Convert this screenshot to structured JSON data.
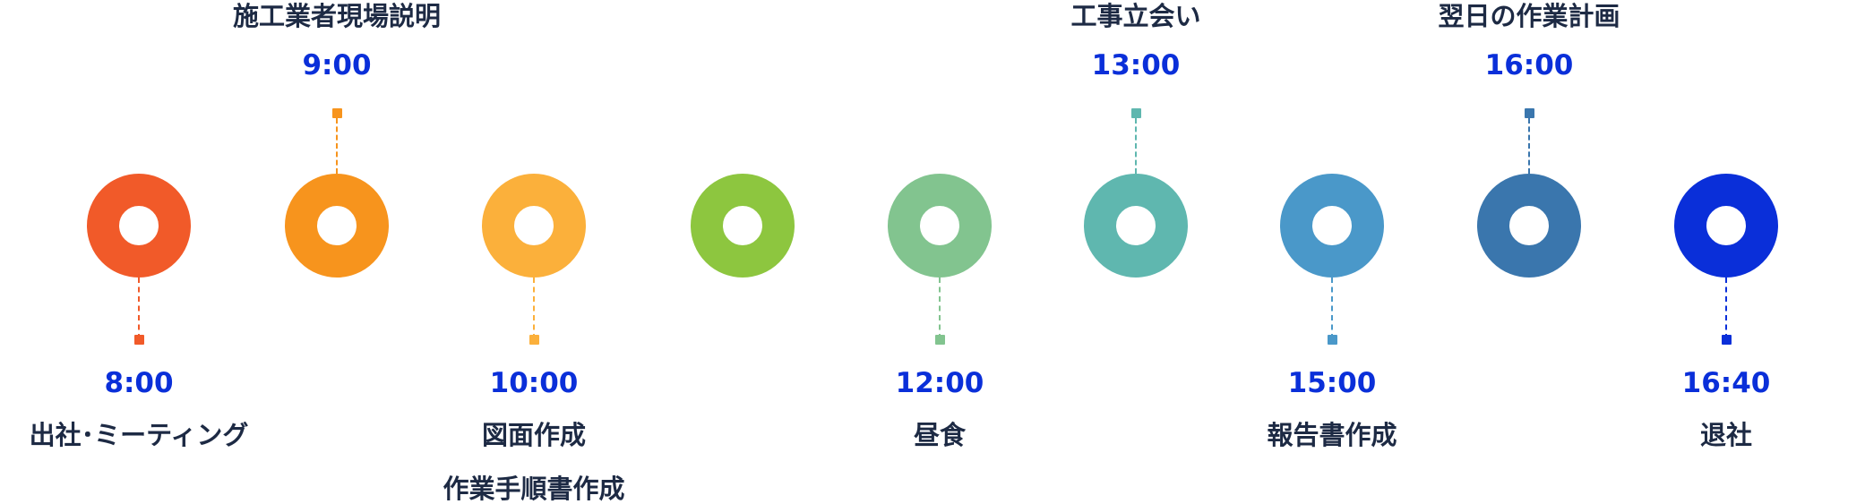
{
  "timeline": {
    "stops": [
      {
        "id": "s1",
        "time": "8:00",
        "labels": [
          "出社･ミーティング"
        ],
        "side": "below",
        "color": "#f15a29"
      },
      {
        "id": "s2",
        "time": "9:00",
        "labels": [
          "施工業者現場説明"
        ],
        "side": "above",
        "color": "#f7941d"
      },
      {
        "id": "s3",
        "time": "10:00",
        "labels": [
          "図面作成",
          "作業手順書作成"
        ],
        "side": "below",
        "color": "#fbb03b"
      },
      {
        "id": "s4",
        "time": "",
        "labels": [],
        "side": "none",
        "color": "#8dc63f"
      },
      {
        "id": "s5",
        "time": "12:00",
        "labels": [
          "昼食"
        ],
        "side": "below",
        "color": "#82c48f"
      },
      {
        "id": "s6",
        "time": "13:00",
        "labels": [
          "工事立会い"
        ],
        "side": "above",
        "color": "#5fb7af"
      },
      {
        "id": "s7",
        "time": "15:00",
        "labels": [
          "報告書作成"
        ],
        "side": "below",
        "color": "#4a98c9"
      },
      {
        "id": "s8",
        "time": "16:00",
        "labels": [
          "翌日の作業計画"
        ],
        "side": "above",
        "color": "#3a76ad"
      },
      {
        "id": "s9",
        "time": "16:40",
        "labels": [
          "退社"
        ],
        "side": "below",
        "color": "#0a2fd9"
      }
    ]
  }
}
